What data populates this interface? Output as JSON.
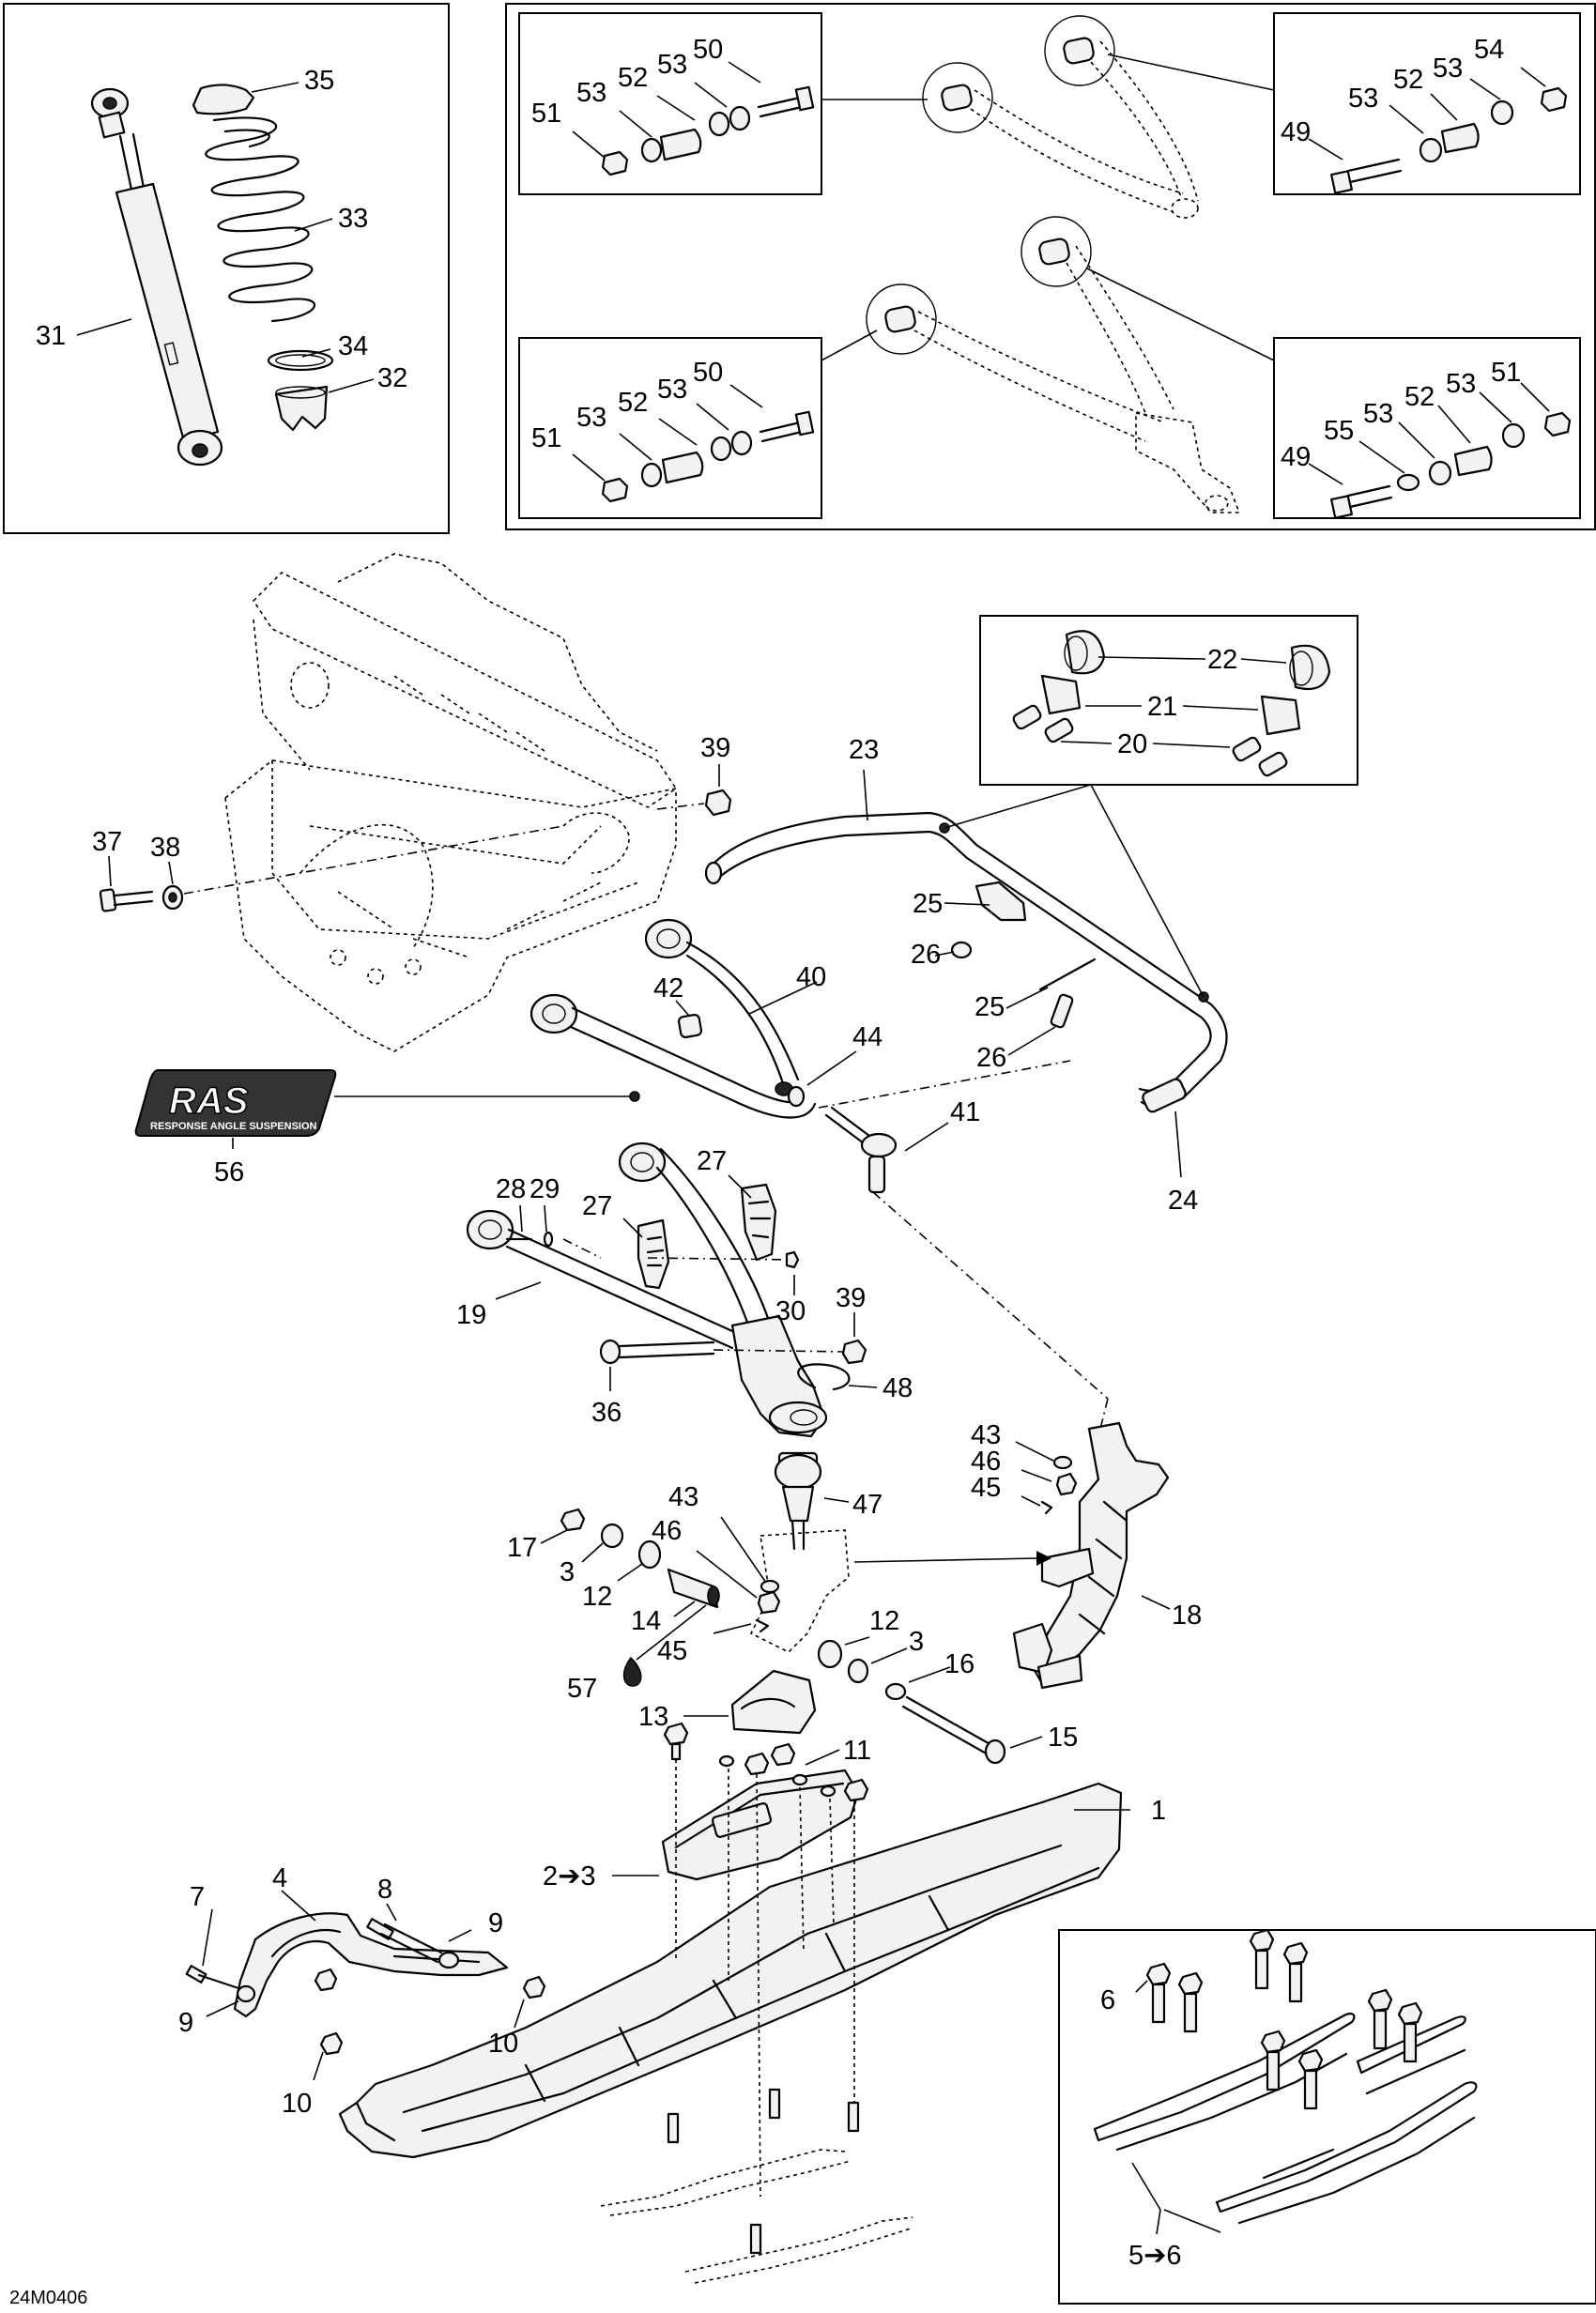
{
  "figure_code": "24M0406",
  "logo": {
    "brand": "RAS",
    "tagline": "RESPONSE ANGLE SUSPENSION"
  },
  "callouts": {
    "c1": "1",
    "c2to3": "2➔3",
    "c3a": "3",
    "c3b": "3",
    "c4": "4",
    "c5to6": "5➔6",
    "c6": "6",
    "c7": "7",
    "c8": "8",
    "c9a": "9",
    "c9b": "9",
    "c10a": "10",
    "c10b": "10",
    "c11": "11",
    "c12a": "12",
    "c12b": "12",
    "c13": "13",
    "c14": "14",
    "c15": "15",
    "c16": "16",
    "c17": "17",
    "c18": "18",
    "c19": "19",
    "c20": "20",
    "c21": "21",
    "c22": "22",
    "c23": "23",
    "c24": "24",
    "c25a": "25",
    "c25b": "25",
    "c26a": "26",
    "c26b": "26",
    "c27a": "27",
    "c27b": "27",
    "c28": "28",
    "c29": "29",
    "c30": "30",
    "c31": "31",
    "c32": "32",
    "c33": "33",
    "c34": "34",
    "c35": "35",
    "c36": "36",
    "c37": "37",
    "c38": "38",
    "c39a": "39",
    "c39b": "39",
    "c40": "40",
    "c41": "41",
    "c42": "42",
    "c43a": "43",
    "c43b": "43",
    "c44": "44",
    "c45a": "45",
    "c45b": "45",
    "c46a": "46",
    "c46b": "46",
    "c47": "47",
    "c48": "48",
    "c56": "56",
    "c57": "57",
    "tl": {
      "c51": "51",
      "c53a": "53",
      "c52": "52",
      "c53b": "53",
      "c50": "50"
    },
    "tr": {
      "c49": "49",
      "c53a": "53",
      "c52": "52",
      "c53b": "53",
      "c54": "54"
    },
    "bl": {
      "c51": "51",
      "c53a": "53",
      "c52": "52",
      "c53b": "53",
      "c50": "50"
    },
    "br": {
      "c49": "49",
      "c55": "55",
      "c53a": "53",
      "c52": "52",
      "c53b": "53",
      "c51": "51"
    }
  }
}
